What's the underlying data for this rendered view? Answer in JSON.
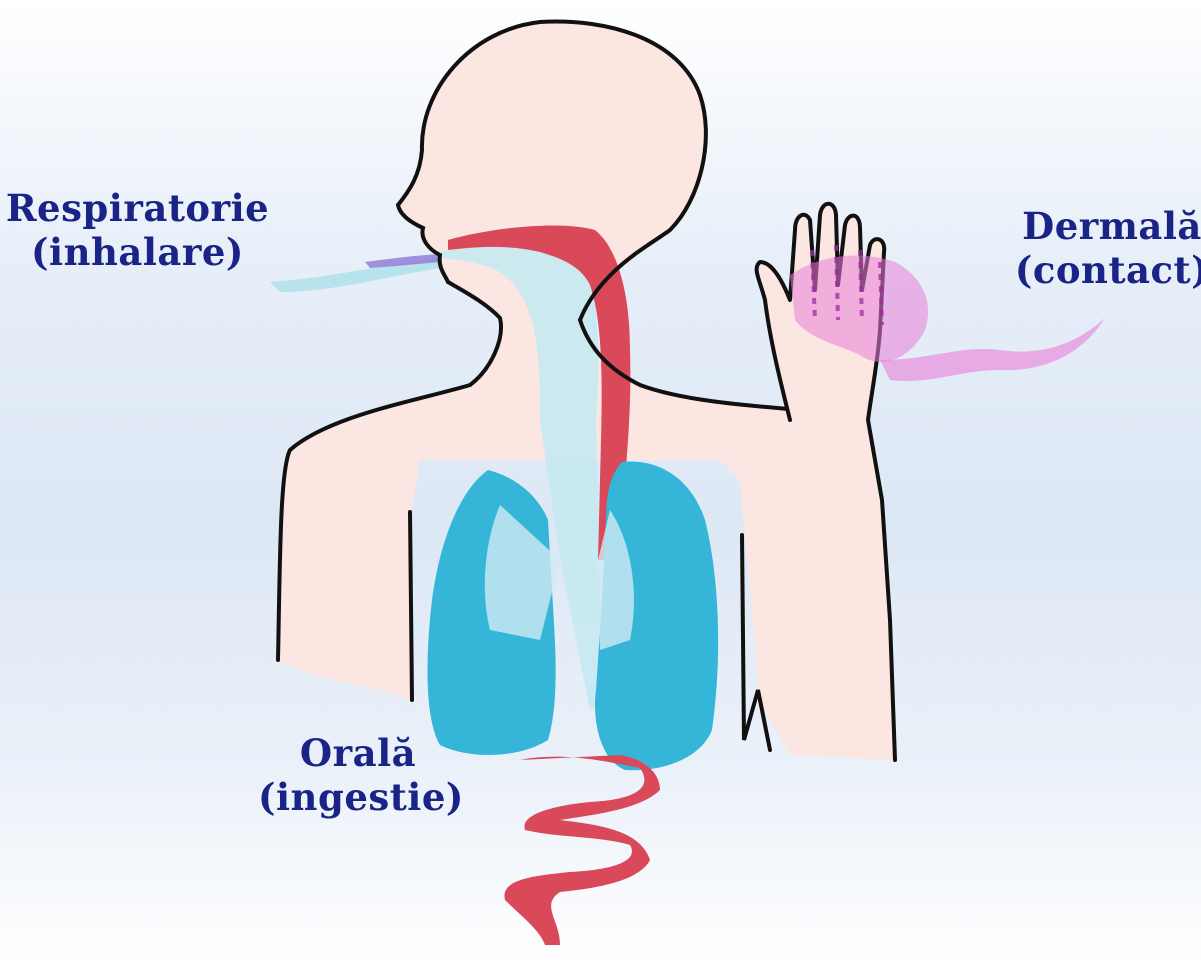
{
  "diagram": {
    "labels": {
      "respiratory": {
        "line1": "Respiratorie",
        "line2": "(inhalare)"
      },
      "dermal": {
        "line1": "Dermală",
        "line2": "(contact)"
      },
      "oral": {
        "line1": "Orală",
        "line2": "(ingestie)"
      }
    },
    "colors": {
      "skin": "#fbe6e2",
      "outline": "#111111",
      "digestive_tract": "#d9495a",
      "lungs": "#35b6d9",
      "airway": "#c7e9f2",
      "dermal_exposure": "#e97fd8",
      "label_text": "#1a2486"
    }
  }
}
